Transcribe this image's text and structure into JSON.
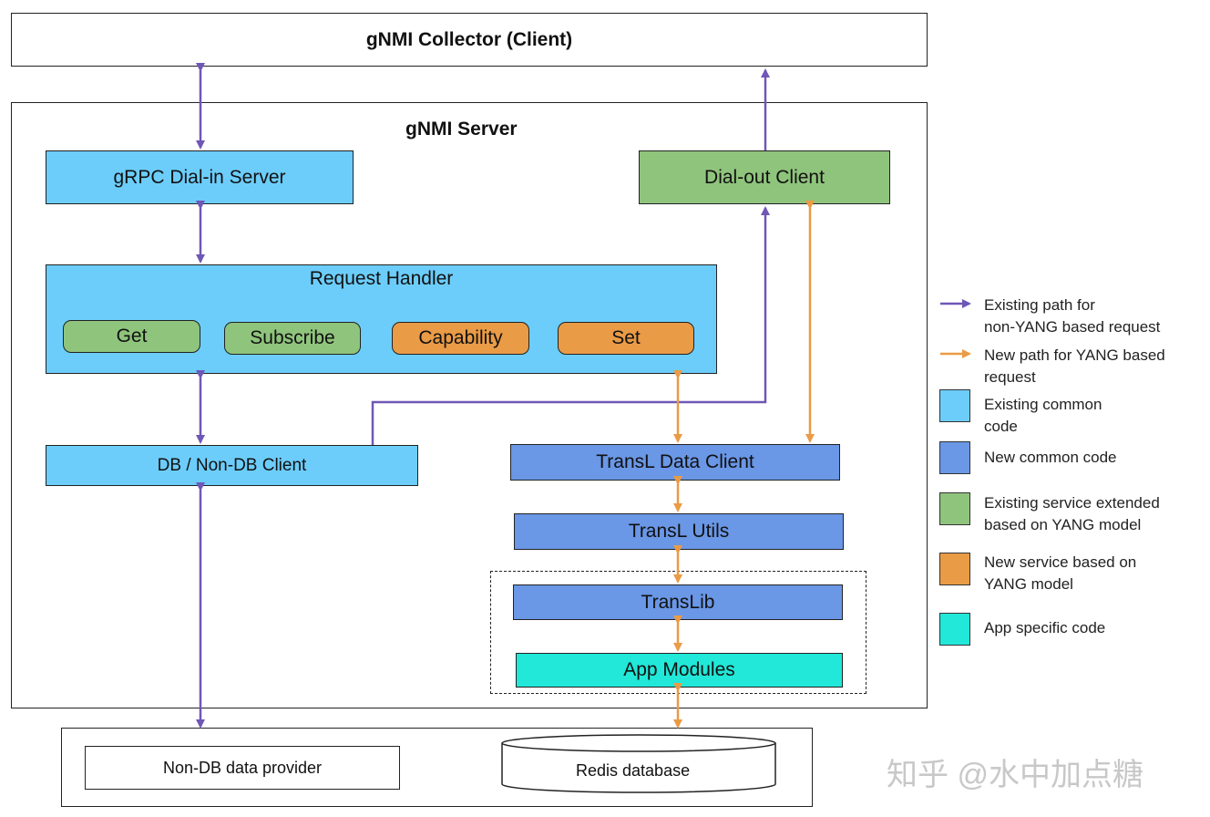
{
  "collector": "gNMI Collector (Client)",
  "server_title": "gNMI Server",
  "grpc_dialin": "gRPC Dial-in Server",
  "dialout": "Dial-out Client",
  "request_handler": {
    "title": "Request Handler",
    "get": "Get",
    "subscribe": "Subscribe",
    "capability": "Capability",
    "set": "Set"
  },
  "db_client": "DB / Non-DB Client",
  "transl_data_client": "TransL Data Client",
  "transl_utils": "TransL Utils",
  "translib": "TransLib",
  "app_modules": "App Modules",
  "non_db_provider": "Non-DB data provider",
  "redis": "Redis database",
  "legend": {
    "purple_line1": "Existing path for",
    "purple_line2": "non-YANG based request",
    "orange_line1": "New path for YANG based",
    "orange_line2": "request",
    "lblue_line1": "Existing common",
    "lblue_line2": "code",
    "dblue": "New common code",
    "green_line1": "Existing service extended",
    "green_line2": "based on YANG model",
    "orange_box_line1": "New service based on",
    "orange_box_line2": "YANG model",
    "teal": "App specific code"
  },
  "watermark": "知乎 @水中加点糖",
  "colors": {
    "existing_common": "#6ccdfb",
    "new_common": "#6a97e6",
    "existing_extended": "#8fc47c",
    "new_service": "#ea9b46",
    "app_specific": "#21e8d8",
    "purple_path": "#6f57b6",
    "orange_path": "#ea9b46"
  }
}
